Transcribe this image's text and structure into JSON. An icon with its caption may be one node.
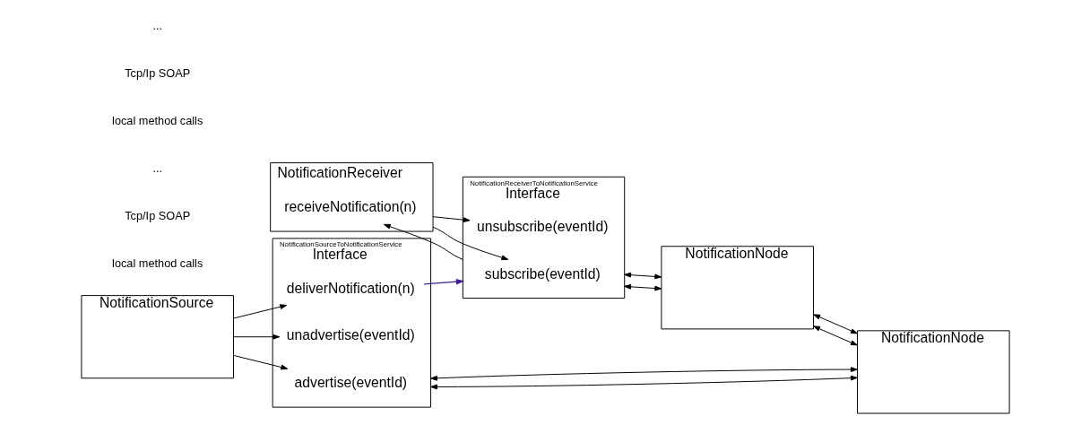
{
  "diagram": {
    "nodes": [
      {
        "text": [
          "NotificationReceiver"
        ]
      },
      {
        "text": [
          "receiveNotification(n)"
        ],
        "in": 0
      },
      {
        "text": [
          "NotificationReceiverToNotificationService",
          "Interface"
        ]
      },
      {
        "text": [
          "subscribe(eventId)"
        ],
        "in": 2
      },
      {
        "text": [
          "unsubscribe(eventId)"
        ],
        "in": 2
      },
      {
        "text": [
          "NotificationNode"
        ]
      },
      {
        "text": [
          "NotificationSource"
        ]
      },
      {
        "text": [
          "NotificationSourceToNotificationService",
          "Interface"
        ]
      },
      {
        "text": [
          "advertise(eventId)"
        ],
        "in": 7
      },
      {
        "text": [
          "unadvertise(eventId)"
        ],
        "in": 7
      },
      {
        "text": [
          "deliverNotification(n)"
        ],
        "in": 7
      },
      {
        "text": [
          "NotificationNode"
        ]
      }
    ],
    "edges": [
      {
        "from": 0,
        "to": 3,
        "arrow": "to"
      },
      {
        "from": 0,
        "to": 4,
        "arrow": "to"
      },
      {
        "from": 2,
        "to": 1,
        "arrow": "to"
      },
      {
        "from": 2,
        "to": 5,
        "arrow": "both"
      },
      {
        "from": 2,
        "to": 5,
        "arrow": "both"
      },
      {
        "from": 5,
        "to": 11,
        "arrow": "both"
      },
      {
        "from": 5,
        "to": 11,
        "arrow": "both"
      },
      {
        "from": 6,
        "to": 8,
        "arrow": "to"
      },
      {
        "from": 6,
        "to": 9,
        "arrow": "to"
      },
      {
        "from": 6,
        "to": 10,
        "arrow": "to"
      },
      {
        "from": 7,
        "to": 11,
        "arrow": "both"
      },
      {
        "from": 7,
        "to": 11,
        "arrow": "both"
      },
      {
        "from": 10,
        "to": 2,
        "arrow": "to",
        "color": "#3f1f8f"
      }
    ],
    "labels": [
      "local method calls",
      "Tcp/Ip SOAP",
      "...",
      "local method calls",
      "Tcp/Ip SOAP",
      "..."
    ]
  }
}
